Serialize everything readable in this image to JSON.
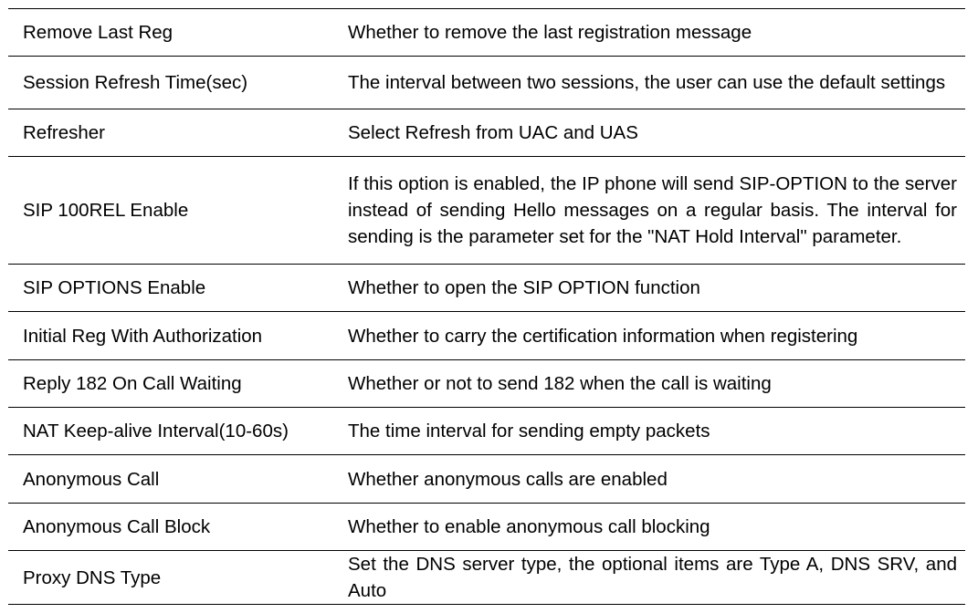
{
  "table": {
    "rows": [
      {
        "parameter": "Remove Last Reg",
        "description": "Whether to remove the last registration message"
      },
      {
        "parameter": "Session Refresh Time(sec)",
        "description": "The interval between two sessions, the user can use the default settings"
      },
      {
        "parameter": "Refresher",
        "description": "Select Refresh from UAC and UAS"
      },
      {
        "parameter": "SIP 100REL Enable",
        "description": "If this option is enabled, the IP phone will send SIP-OPTION to the server instead of sending Hello messages on a regular basis. The interval for sending is the parameter set for the \"NAT Hold Interval\" parameter."
      },
      {
        "parameter": "SIP OPTIONS Enable",
        "description": "Whether to open the SIP OPTION function"
      },
      {
        "parameter": "Initial Reg With Authorization",
        "description": "Whether to carry the certification information when registering"
      },
      {
        "parameter": "Reply 182 On Call Waiting",
        "description": "Whether or not to send 182 when the call is waiting"
      },
      {
        "parameter": "NAT Keep-alive Interval(10-60s)",
        "description": "The time interval for sending empty packets"
      },
      {
        "parameter": "Anonymous Call",
        "description": "Whether anonymous calls are enabled"
      },
      {
        "parameter": "Anonymous Call Block",
        "description": "Whether to enable anonymous call blocking"
      },
      {
        "parameter": "Proxy DNS Type",
        "description": "Set the DNS server type, the optional items are Type A, DNS SRV, and Auto"
      }
    ]
  }
}
